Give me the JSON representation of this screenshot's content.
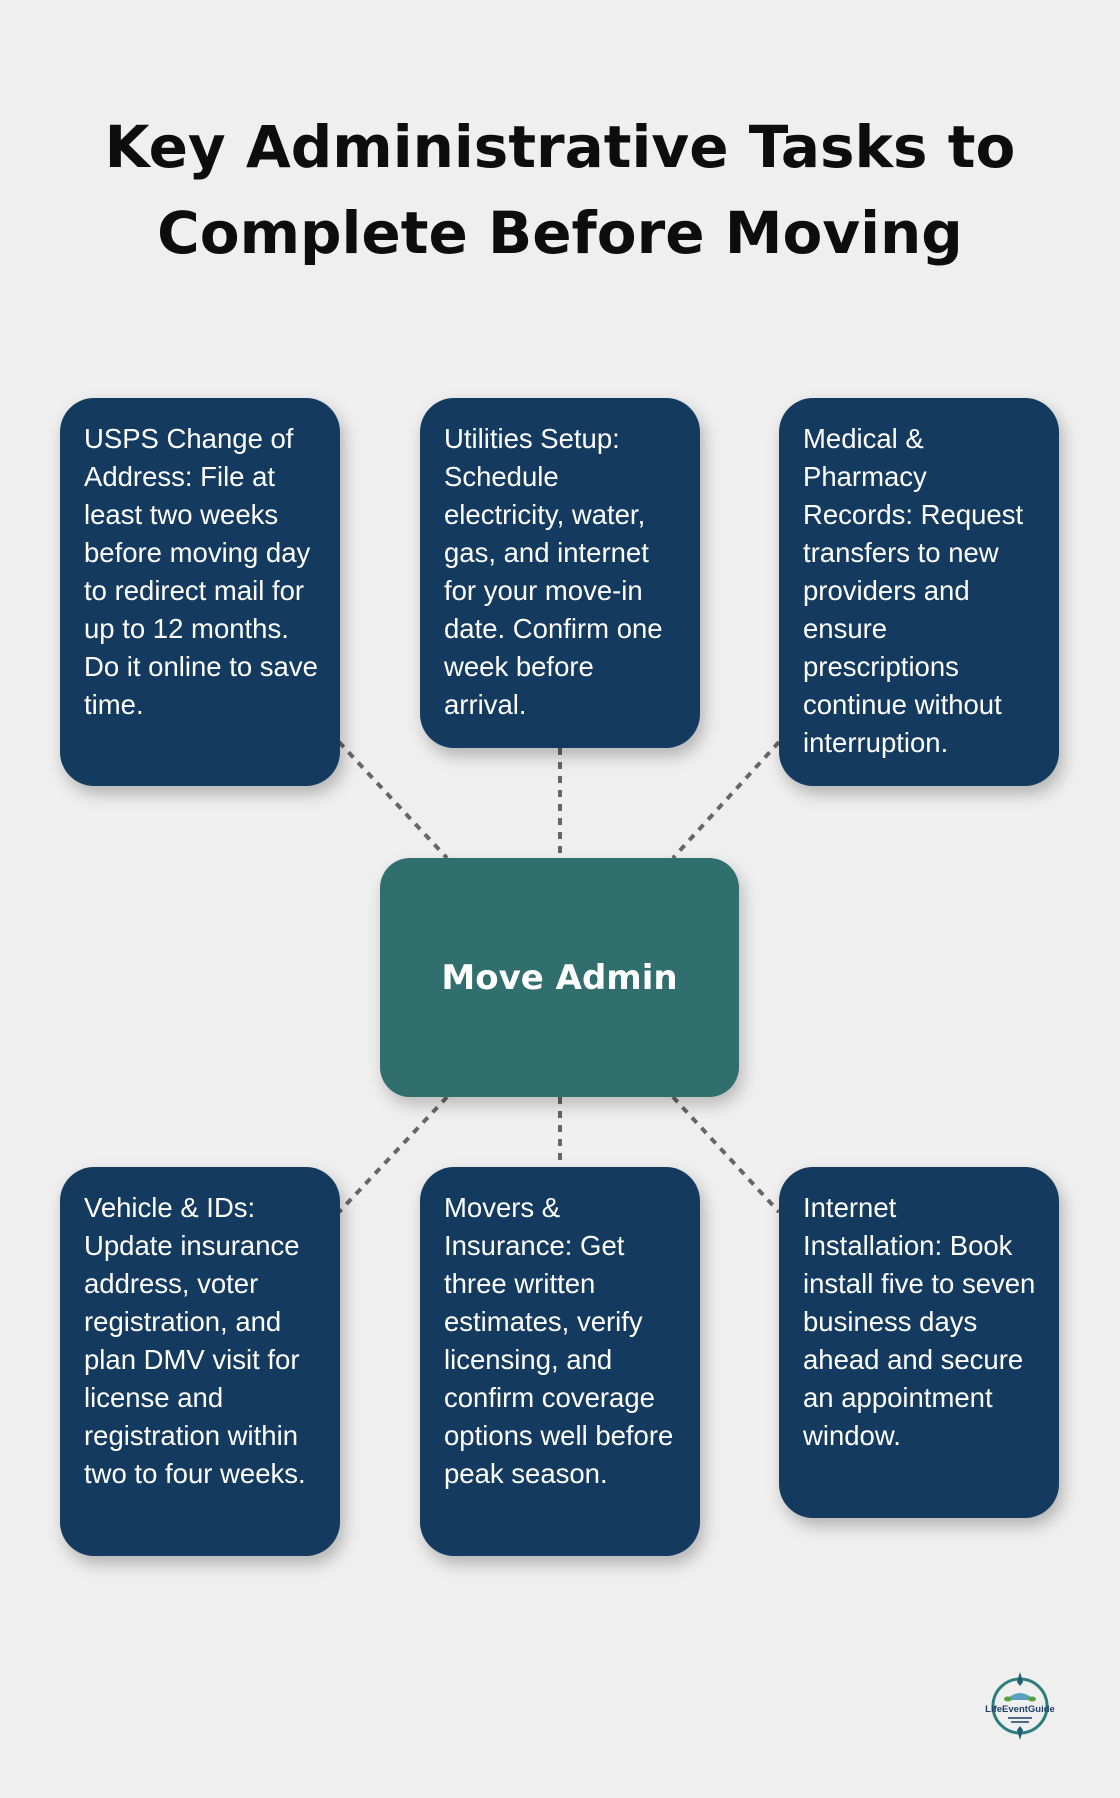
{
  "title": {
    "line1": "Key Administrative Tasks to",
    "line2": "Complete Before Moving"
  },
  "center": {
    "label": "Move Admin"
  },
  "cards": [
    {
      "text": "USPS Change of Address: File at least two weeks before moving day to redirect mail for up to 12 months. Do it online to save time."
    },
    {
      "text": "Utilities Setup: Schedule electricity, water, gas, and internet for your move-in date. Confirm one week before arrival."
    },
    {
      "text": "Medical & Pharmacy Records: Request transfers to new providers and ensure prescriptions continue without interruption."
    },
    {
      "text": "Vehicle & IDs: Update insurance address, voter registration, and plan DMV visit for license and registration within two to four weeks."
    },
    {
      "text": "Movers & Insurance: Get three written estimates, verify licensing, and confirm coverage options well before peak season."
    },
    {
      "text": "Internet Installation: Book install five to seven business days ahead and secure an appointment window."
    }
  ],
  "logo": {
    "text": "LifeEventGuide"
  },
  "colors": {
    "background": "#efefef",
    "card": "#143b5f",
    "center": "#316f6f",
    "connector": "#666666"
  }
}
